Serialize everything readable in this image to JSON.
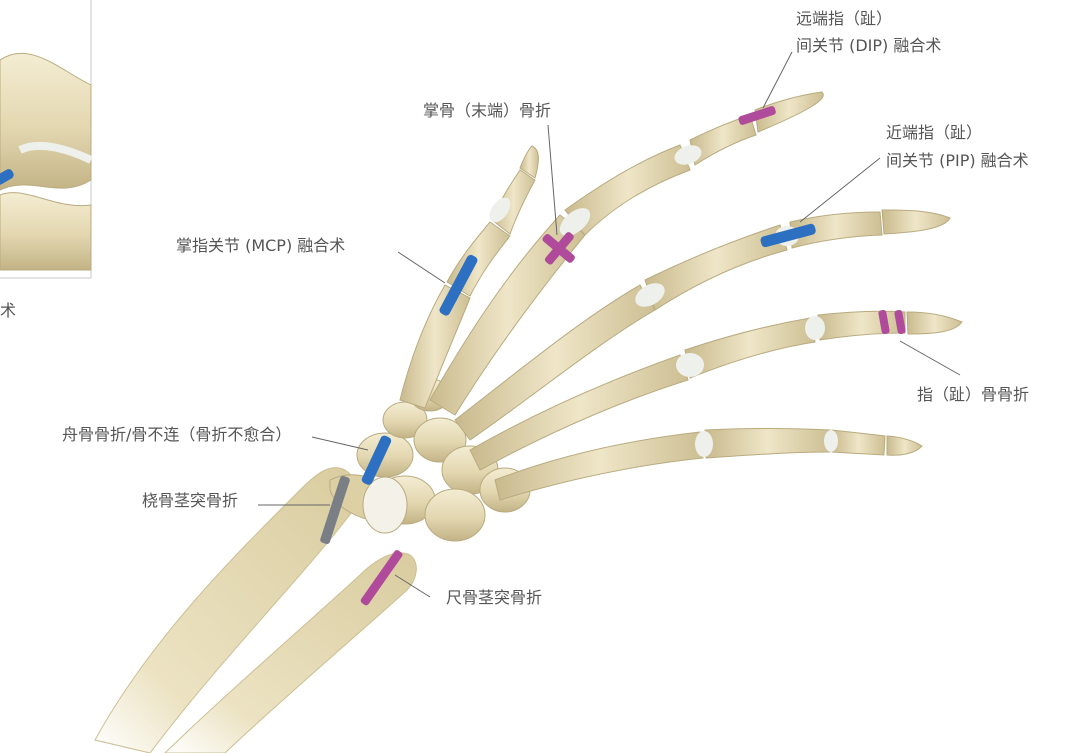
{
  "colors": {
    "bone": "#e4d9b4",
    "bone_light": "#f2ead0",
    "bone_shadow": "#b9ab80",
    "cartilage": "#eef0ec",
    "screw_blue": "#2d6fc0",
    "screw_magenta": "#b04a9a",
    "screw_gray": "#7a7f86",
    "leader": "#666666"
  },
  "inset": {
    "caption": "术"
  },
  "labels": {
    "dip_line1": "远端指（趾）",
    "dip_line2": "间关节 (DIP) 融合术",
    "metacarpal": "掌骨（末端）骨折",
    "pip_line1": "近端指（趾）",
    "pip_line2": "间关节 (PIP) 融合术",
    "mcp": "掌指关节 (MCP) 融合术",
    "phalanx": "指（趾）骨骨折",
    "scaphoid": "舟骨骨折/骨不连（骨折不愈合）",
    "radial": "桡骨茎突骨折",
    "ulnar": "尺骨茎突骨折"
  }
}
